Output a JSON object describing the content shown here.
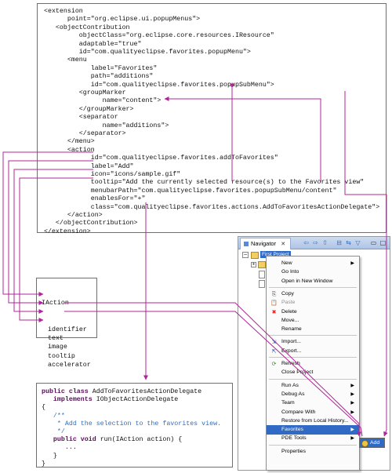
{
  "xml": {
    "lines": [
      "<extension",
      "      point=\"org.eclipse.ui.popupMenus\">",
      "   <objectContribution",
      "         objectClass=\"org.eclipse.core.resources.IResource\"",
      "         adaptable=\"true\"",
      "         id=\"com.qualityeclipse.favorites.popupMenu\">",
      "      <menu",
      "            label=\"Favorites\"",
      "            path=\"additions\"",
      "            id=\"com.qualityeclipse.favorites.popupSubMenu\">",
      "         <groupMarker",
      "               name=\"content\">",
      "         </groupMarker>",
      "         <separator",
      "               name=\"additions\">",
      "         </separator>",
      "      </menu>",
      "      <action",
      "            id=\"com.qualityeclipse.favorites.addToFavorites\"",
      "            label=\"Add\"",
      "            icon=\"icons/sample.gif\"",
      "            tooltip=\"Add the currently selected resource(s) to the Favorites view\"",
      "            menubarPath=\"com.qualityeclipse.favorites.popupSubMenu/content\"",
      "            enablesFor=\"+\"",
      "            class=\"com.qualityeclipse.favorites.actions.AddToFavoritesActionDelegate\">",
      "      </action>",
      "   </objectContribution>",
      "</extension>"
    ]
  },
  "iaction": {
    "title": "IAction",
    "fields": [
      "identifier",
      "text",
      "image",
      "tooltip",
      "accelerator"
    ]
  },
  "java": {
    "lines": [
      {
        "kw": "public class ",
        "rest": "AddToFavoritesActionDelegate"
      },
      {
        "kw": "   implements ",
        "rest": "IObjectActionDelegate"
      },
      {
        "kw": "",
        "rest": "{"
      },
      {
        "cm": "   /**"
      },
      {
        "cm": "    * Add the selection to the favorites view."
      },
      {
        "cm": "    */"
      },
      {
        "kw": "   public void ",
        "rest": "run(IAction action) {"
      },
      {
        "kw": "",
        "rest": "      ..."
      },
      {
        "kw": "",
        "rest": "   }"
      },
      {
        "kw": "",
        "rest": "}"
      }
    ]
  },
  "navigator": {
    "tab_label": "Navigator",
    "close_glyph": "✕",
    "selected_project": "First Project"
  },
  "context_menu": {
    "items": [
      {
        "label": "New",
        "submenu": true
      },
      {
        "label": "Go Into"
      },
      {
        "label": "Open in New Window"
      },
      {
        "sep": true
      },
      {
        "label": "Copy",
        "icon": "copy-icon"
      },
      {
        "label": "Paste",
        "icon": "paste-icon",
        "disabled": true
      },
      {
        "label": "Delete",
        "icon": "delete-icon"
      },
      {
        "label": "Move..."
      },
      {
        "label": "Rename"
      },
      {
        "sep": true
      },
      {
        "label": "Import...",
        "icon": "import-icon"
      },
      {
        "label": "Export...",
        "icon": "export-icon"
      },
      {
        "sep": true
      },
      {
        "label": "Refresh",
        "icon": "refresh-icon"
      },
      {
        "label": "Close Project"
      },
      {
        "sep": true
      },
      {
        "label": "Run As",
        "submenu": true
      },
      {
        "label": "Debug As",
        "submenu": true
      },
      {
        "label": "Team",
        "submenu": true
      },
      {
        "label": "Compare With",
        "submenu": true
      },
      {
        "label": "Restore from Local History..."
      },
      {
        "label": "Favorites",
        "submenu": true,
        "selected": true
      },
      {
        "label": "PDE Tools",
        "submenu": true
      },
      {
        "sep": true
      },
      {
        "label": "Properties"
      }
    ],
    "favorites_submenu": {
      "label": "Add"
    }
  },
  "colors": {
    "arrow": "#b0249a",
    "selection": "#316ac5",
    "highlight_box": "#cc3fb0"
  }
}
